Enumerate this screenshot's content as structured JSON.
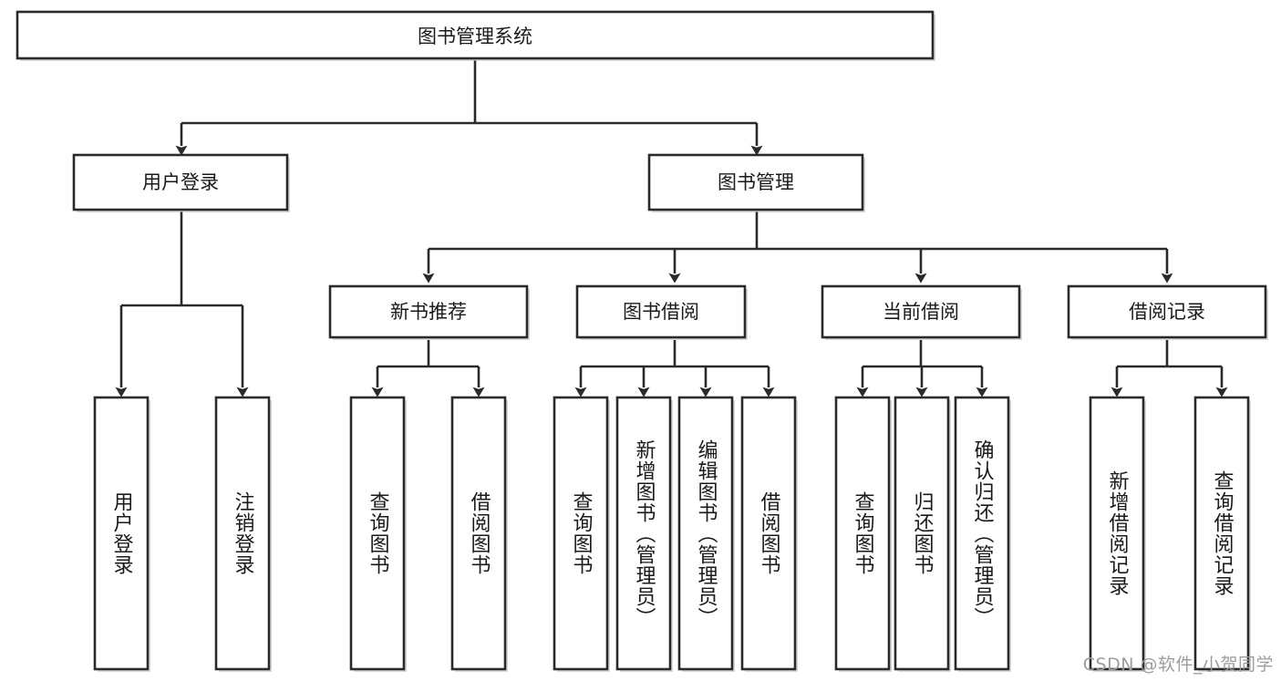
{
  "diagram": {
    "title": "图书管理系统",
    "type": "tree-hierarchy-chart",
    "root": {
      "id": "root",
      "label": "图书管理系统",
      "orientation": "horizontal"
    },
    "level2": [
      {
        "id": "user-login",
        "label": "用户登录",
        "orientation": "horizontal"
      },
      {
        "id": "book-manage",
        "label": "图书管理",
        "orientation": "horizontal"
      }
    ],
    "level3": [
      {
        "id": "new-book-recommend",
        "label": "新书推荐",
        "orientation": "horizontal",
        "parent": "book-manage"
      },
      {
        "id": "book-borrow",
        "label": "图书借阅",
        "orientation": "horizontal",
        "parent": "book-manage"
      },
      {
        "id": "current-borrow",
        "label": "当前借阅",
        "orientation": "horizontal",
        "parent": "book-manage"
      },
      {
        "id": "borrow-record",
        "label": "借阅记录",
        "orientation": "horizontal",
        "parent": "book-manage"
      }
    ],
    "leaves": [
      {
        "id": "leaf-user-login",
        "label": "用户登录",
        "parent": "user-login"
      },
      {
        "id": "leaf-logout-login",
        "label": "注销登录",
        "parent": "user-login"
      },
      {
        "id": "leaf-query-book-1",
        "label": "查询图书",
        "parent": "new-book-recommend"
      },
      {
        "id": "leaf-borrow-book-1",
        "label": "借阅图书",
        "parent": "new-book-recommend"
      },
      {
        "id": "leaf-query-book-2",
        "label": "查询图书",
        "parent": "book-borrow"
      },
      {
        "id": "leaf-add-book",
        "label": "新增图书（管理员）",
        "parent": "book-borrow"
      },
      {
        "id": "leaf-edit-book",
        "label": "编辑图书（管理员）",
        "parent": "book-borrow"
      },
      {
        "id": "leaf-borrow-book-2",
        "label": "借阅图书",
        "parent": "book-borrow"
      },
      {
        "id": "leaf-query-book-3",
        "label": "查询图书",
        "parent": "current-borrow"
      },
      {
        "id": "leaf-return-book",
        "label": "归还图书",
        "parent": "current-borrow"
      },
      {
        "id": "leaf-confirm-return",
        "label": "确认归还（管理员）",
        "parent": "current-borrow"
      },
      {
        "id": "leaf-add-record",
        "label": "新增借阅记录",
        "parent": "borrow-record"
      },
      {
        "id": "leaf-query-record",
        "label": "查询借阅记录",
        "parent": "borrow-record"
      }
    ],
    "colors": {
      "stroke": "#2a2a2a",
      "fill": "#ffffff",
      "text": "#1a1a1a",
      "watermark": "#9d9d9d",
      "background": "#ffffff"
    }
  },
  "watermark": {
    "text": "CSDN @软件_小贺同学"
  }
}
